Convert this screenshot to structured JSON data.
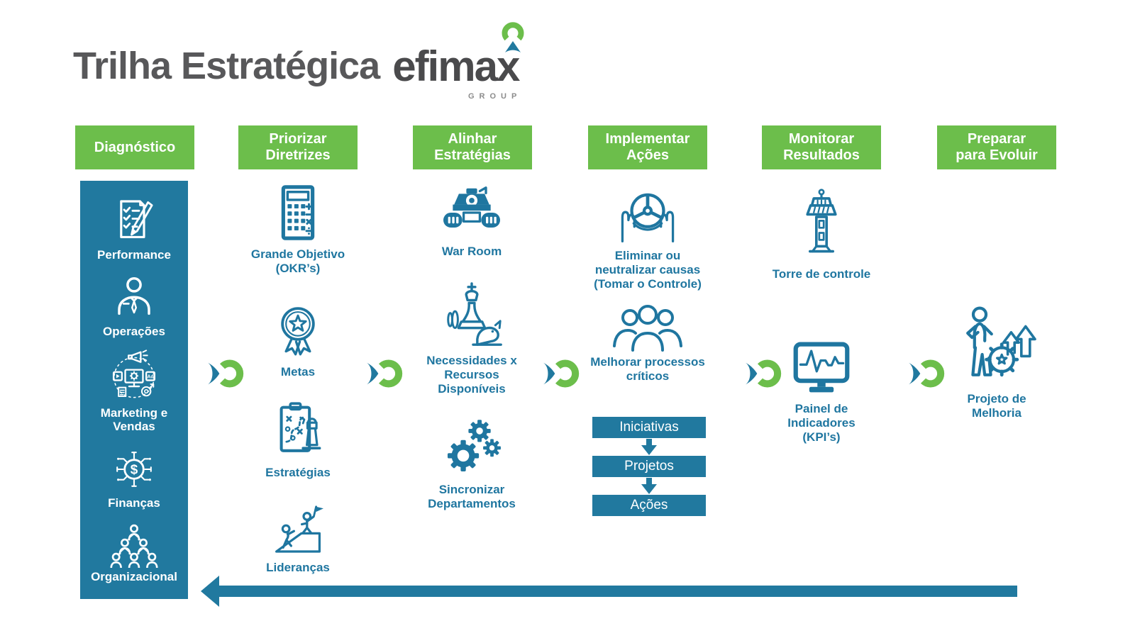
{
  "title": {
    "main": "Trilha Estratégica",
    "brand": "efimax",
    "brand_sub": "GROUP"
  },
  "colors": {
    "green": "#6CBE4B",
    "blue": "#21799F",
    "label_blue": "#1F76A0",
    "title_gray": "#58585A"
  },
  "headers": {
    "diagnostico": "Diagnóstico",
    "priorizar": "Priorizar\nDiretrizes",
    "alinhar": "Alinhar\nEstratégias",
    "implementar": "Implementar\nAções",
    "monitorar": "Monitorar\nResultados",
    "preparar": "Preparar\npara Evoluir"
  },
  "diagnostico": {
    "items": [
      {
        "label": "Performance",
        "icon": "checklist-pencil-icon"
      },
      {
        "label": "Operações",
        "icon": "person-tie-icon"
      },
      {
        "label": "Marketing e\nVendas",
        "icon": "digital-marketing-icon"
      },
      {
        "label": "Finanças",
        "icon": "finance-circuit-icon"
      },
      {
        "label": "Organizacional",
        "icon": "org-structure-icon"
      }
    ]
  },
  "priorizar": {
    "items": [
      {
        "label": "Grande Objetivo\n(OKR’s)",
        "icon": "calculator-icon"
      },
      {
        "label": "Metas",
        "icon": "medal-star-icon"
      },
      {
        "label": "Estratégias",
        "icon": "strategy-board-icon"
      },
      {
        "label": "Lideranças",
        "icon": "leadership-climb-icon"
      }
    ]
  },
  "alinhar": {
    "items": [
      {
        "label": "War Room",
        "icon": "tank-icon"
      },
      {
        "label": "Necessidades x\nRecursos\nDisponíveis",
        "icon": "chess-pieces-icon"
      },
      {
        "label": "Sincronizar\nDepartamentos",
        "icon": "gears-icon"
      }
    ]
  },
  "implementar": {
    "items": [
      {
        "label": "Eliminar ou\nneutralizar causas\n(Tomar o Controle)",
        "icon": "steering-wheel-icon"
      },
      {
        "label": "Melhorar processos\ncríticos",
        "icon": "team-icon"
      }
    ],
    "flow": [
      {
        "label": "Iniciativas"
      },
      {
        "label": "Projetos"
      },
      {
        "label": "Ações"
      }
    ]
  },
  "monitorar": {
    "items": [
      {
        "label": "Torre de controle",
        "icon": "control-tower-icon"
      },
      {
        "label": "Painel de\nIndicadores\n(KPI’s)",
        "icon": "kpi-monitor-icon"
      }
    ]
  },
  "preparar": {
    "items": [
      {
        "label": "Projeto de\nMelhoria",
        "icon": "improvement-person-icon"
      }
    ]
  }
}
